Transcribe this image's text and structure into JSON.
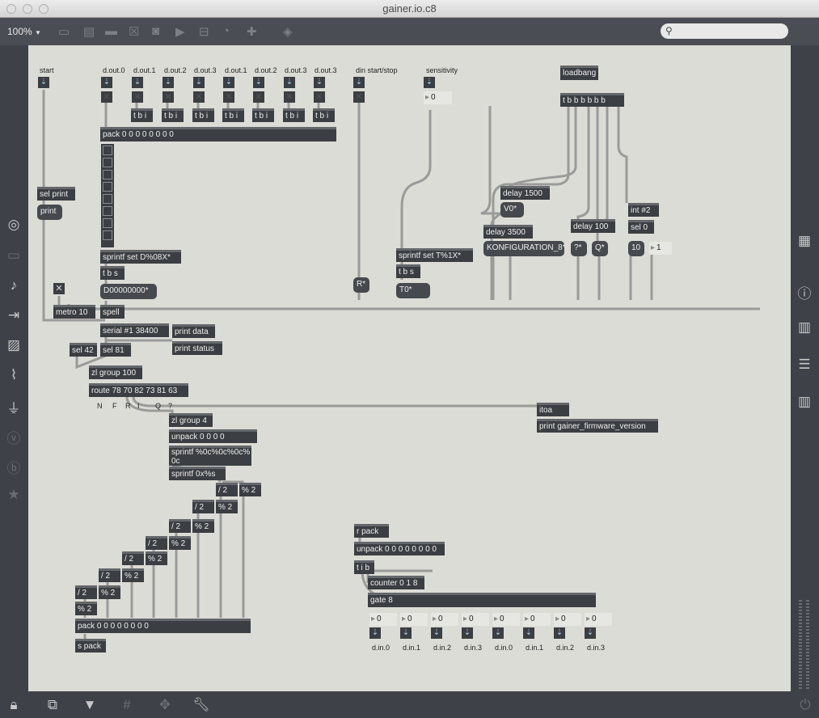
{
  "window": {
    "title": "gainer.io.c8"
  },
  "toolbar": {
    "zoom": "100%",
    "zoom_caret": "▼",
    "search_placeholder": ""
  },
  "patch": {
    "start": "start",
    "sel_print": "sel print",
    "print": "print",
    "dout": [
      "d.out.0",
      "d.out.1",
      "d.out.2",
      "d.out.3",
      "d.out.1",
      "d.out.2",
      "d.out.3",
      "d.out.3"
    ],
    "tbi": "t b i",
    "pack_top": "pack 0 0 0 0 0 0 0 0",
    "sprintf_d": "sprintf set D%08X*",
    "tbs": "t b s",
    "msg_d": "D00000000*",
    "metro": "metro 10",
    "spell": "spell",
    "serial": "serial #1 38400",
    "print_data": "print data",
    "print_status": "print status",
    "sel42": "sel 42",
    "sel81": "sel 81",
    "zl100": "zl group 100",
    "route": "route 78 70 82 73 81 63",
    "route_labels": [
      "N",
      "F",
      "R",
      "I",
      "Q",
      "?"
    ],
    "zl4": "zl group 4",
    "unpack4": "unpack 0 0 0 0",
    "sprintf_c": "sprintf %0c%0c%0c%0c",
    "sprintf_0x": "sprintf 0x%s",
    "div2": "/ 2",
    "mod2": "% 2",
    "pack_bottom": "pack 0 0 0 0 0 0 0 0",
    "s_pack": "s pack",
    "din_label": "din start/stop",
    "msg_r": "R*",
    "sensitivity": "sensitivity",
    "sens_value": "0",
    "sprintf_t": "sprintf set T%1X*",
    "msg_t": "T0*",
    "loadbang": "loadbang",
    "tbbb": "t b b b b b b",
    "delay1500": "delay 1500",
    "msg_v": "V0*",
    "delay3500": "delay 3500",
    "msg_konf": "KONFIGURATION_8*",
    "delay100": "delay 100",
    "msg_q1": "?*",
    "msg_q2": "Q*",
    "int2": "int #2",
    "sel0": "sel 0",
    "msg_10": "10",
    "num_1": "1",
    "itoa": "itoa",
    "print_fw": "print gainer_firmware_version",
    "r_pack": "r pack",
    "unpack8": "unpack 0 0 0 0 0 0 0 0",
    "tib": "t i b",
    "counter": "counter 0 1 8",
    "gate": "gate 8",
    "din_values": [
      "0",
      "0",
      "0",
      "0",
      "0",
      "0",
      "0",
      "0"
    ],
    "din": [
      "d.in.0",
      "d.in.1",
      "d.in.2",
      "d.in.3",
      "d.in.0",
      "d.in.1",
      "d.in.2",
      "d.in.3"
    ]
  }
}
